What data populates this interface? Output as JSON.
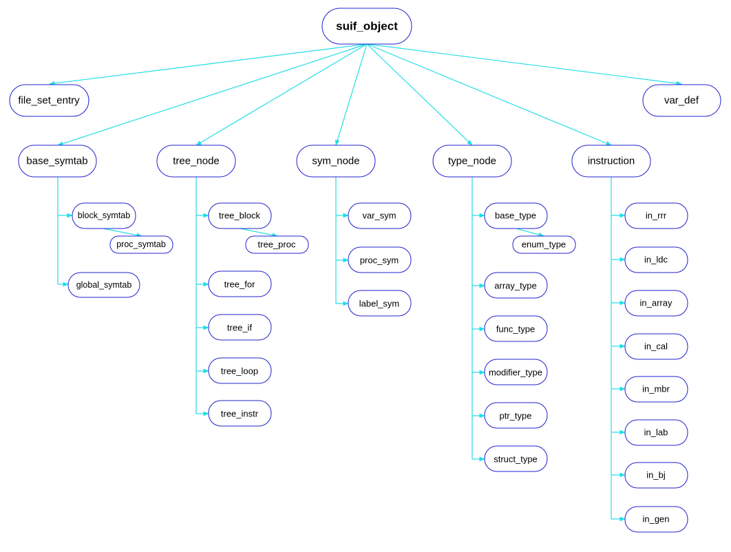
{
  "nodes": {
    "suif_object": "suif_object",
    "file_set_entry": "file_set_entry",
    "var_def": "var_def",
    "base_symtab": "base_symtab",
    "tree_node": "tree_node",
    "sym_node": "sym_node",
    "type_node": "type_node",
    "instruction": "instruction",
    "block_symtab": "block_symtab",
    "proc_symtab": "proc_symtab",
    "global_symtab": "global_symtab",
    "tree_block": "tree_block",
    "tree_proc": "tree_proc",
    "tree_for": "tree_for",
    "tree_if": "tree_if",
    "tree_loop": "tree_loop",
    "tree_instr": "tree_instr",
    "var_sym": "var_sym",
    "proc_sym": "proc_sym",
    "label_sym": "label_sym",
    "base_type": "base_type",
    "enum_type": "enum_type",
    "array_type": "array_type",
    "func_type": "func_type",
    "modifier_type": "modifier_type",
    "ptr_type": "ptr_type",
    "struct_type": "struct_type",
    "in_rrr": "in_rrr",
    "in_ldc": "in_ldc",
    "in_array": "in_array",
    "in_cal": "in_cal",
    "in_mbr": "in_mbr",
    "in_lab": "in_lab",
    "in_bj": "in_bj",
    "in_gen": "in_gen"
  },
  "colors": {
    "edge": "#22dde6",
    "border": "#2020cc"
  }
}
